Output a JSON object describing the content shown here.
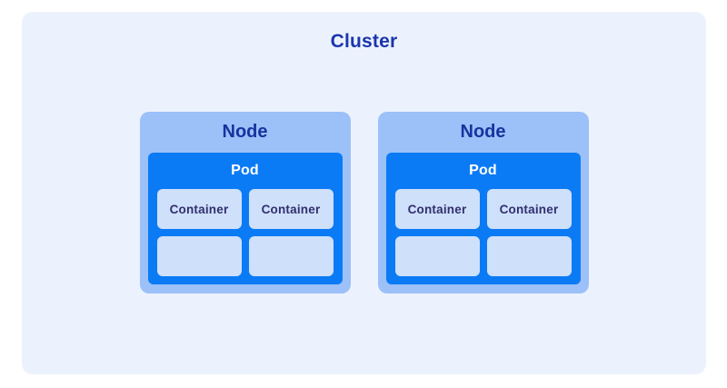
{
  "cluster": {
    "title": "Cluster"
  },
  "colors": {
    "page_bg": "#ffffff",
    "panel_bg": "#ecf2fd",
    "node_bg": "#9cc0f8",
    "pod_bg": "#0b7bf5",
    "container_bg": "#cfe0fb",
    "cluster_title_color": "#1b35ad",
    "node_label_color": "#17339f",
    "pod_label_color": "#ffffff",
    "container_label_color": "#312f6d"
  },
  "nodes": [
    {
      "label": "Node",
      "pod": {
        "label": "Pod",
        "containers": [
          {
            "label": "Container"
          },
          {
            "label": "Container"
          },
          {
            "label": ""
          },
          {
            "label": ""
          }
        ]
      }
    },
    {
      "label": "Node",
      "pod": {
        "label": "Pod",
        "containers": [
          {
            "label": "Container"
          },
          {
            "label": "Container"
          },
          {
            "label": ""
          },
          {
            "label": ""
          }
        ]
      }
    }
  ]
}
